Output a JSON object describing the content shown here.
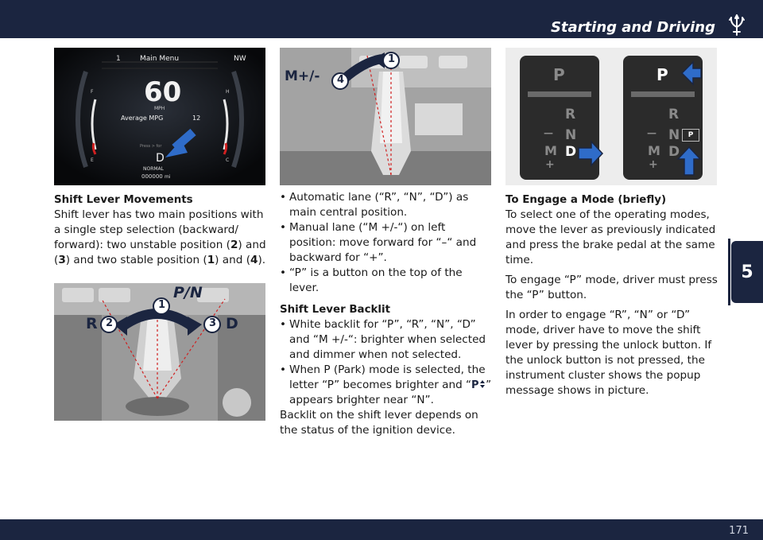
{
  "header": {
    "title": "Starting and Driving"
  },
  "chapter_tab": "5",
  "page_number": "171",
  "cluster_figure": {
    "menu_label": "Main Menu",
    "menu_index": "1",
    "compass": "NW",
    "speed": "60",
    "speed_unit": "MPH",
    "avg_label": "Average MPG",
    "avg_value": "12",
    "press_text": "Press > for",
    "gear": "D",
    "mode": "NORMAL",
    "odometer": "000000",
    "odo_unit": "mi",
    "fuel_f": "F",
    "fuel_e": "E",
    "temp_h": "H",
    "temp_c": "C"
  },
  "col1": {
    "heading": "Shift Lever Movements",
    "body_a": "Shift lever has two main positions with a single step selection (backward/ forward): two unstable position (",
    "n2": "2",
    "body_b": ") and (",
    "n3": "3",
    "body_c": ") and two stable position (",
    "n1": "1",
    "body_d": ") and (",
    "n4": "4",
    "body_e": ")."
  },
  "lever_fig1": {
    "label_pn": "P/N",
    "label_r": "R",
    "label_d": "D",
    "n1": "1",
    "n2": "2",
    "n3": "3"
  },
  "lever_fig2": {
    "label_m": "M+/-",
    "n1": "1",
    "n4": "4"
  },
  "col2": {
    "bullets_a": [
      "Automatic lane (“R”, “N”, “D”) as main central position.",
      "Manual lane (“M +/-“) on left position: move forward for “–“ and backward for “+”.",
      "“P” is a button on the top of the lever."
    ],
    "heading": "Shift Lever Backlit",
    "bullet_b1": "White backlit for “P”, “R”, “N”, “D” and “M +/-“: brighter when selected and dimmer when not selected.",
    "bullet_b2_a": "When P (Park) mode is selected, the letter “P” becomes brighter and “",
    "bullet_b2_b": "” appears brighter near “N”.",
    "footer": "Backlit on the shift lever depends on the status of the ignition device."
  },
  "gear_fig": {
    "left": {
      "p": "P",
      "r": "R",
      "n": "N",
      "minus": "—",
      "m": "M",
      "d": "D",
      "plus": "+"
    },
    "right": {
      "p": "P",
      "r": "R",
      "n": "N",
      "minus": "—",
      "m": "M",
      "d": "D",
      "plus": "+"
    },
    "unlock_icon_text": "P"
  },
  "col3": {
    "heading": "To Engage a Mode (briefly)",
    "p1": "To select one of the operating modes, move the lever as previously indicated and press the brake pedal at the same time.",
    "p2": "To engage “P” mode, driver must press the “P” button.",
    "p3": "In order to engage “R”, “N” or “D” mode, driver have to move the shift lever by pressing the unlock button. If the unlock button is not pressed, the instrument cluster shows the popup message shows in picture."
  },
  "colors": {
    "navy": "#1b2540",
    "blue_arrow": "#2f6cc9"
  }
}
